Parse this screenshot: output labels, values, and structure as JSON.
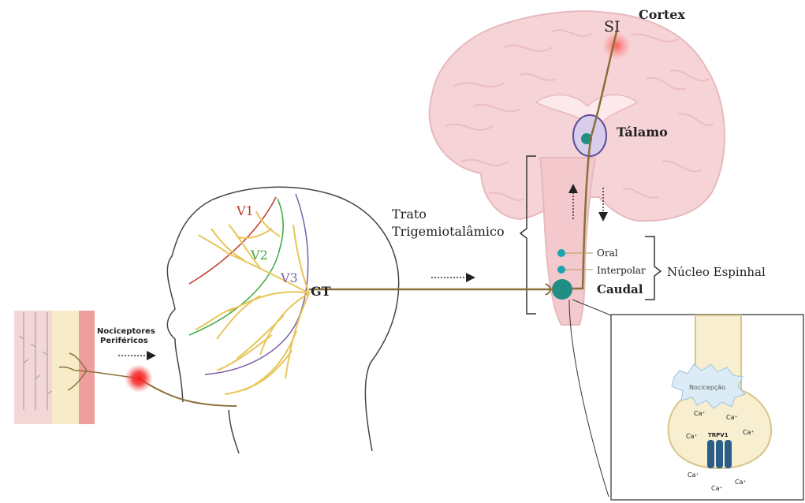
{
  "labels": {
    "si": "SI",
    "cortex": "Cortex",
    "talamo": "Tálamo",
    "trato_line1": "Trato",
    "trato_line2": "Trigemiotalâmico",
    "oral": "Oral",
    "interpolar": "Interpolar",
    "caudal": "Caudal",
    "nucleo_espinhal": "Núcleo Espinhal",
    "gt": "GT",
    "v1": "V1",
    "v2": "V2",
    "v3": "V3",
    "nociceptores_line1": "Nociceptores",
    "nociceptores_line2": "Periféricos",
    "nocicepcao": "Nocicepção",
    "trpv1": "TRPV1",
    "ca_ions": [
      "Ca⁺",
      "Ca⁺",
      "Ca⁺",
      "Ca⁺",
      "Ca⁺",
      "Ca⁺",
      "Ca⁺"
    ]
  },
  "colors": {
    "nerve": "#b39a5a",
    "nerve_branches": "#e8c65a",
    "brain_fill": "#f6d3d6",
    "brain_stroke": "#e7b9bd",
    "nucleus": "#1f8f86",
    "pain_spot": "#e8191f",
    "v1": "#c0392b",
    "v2": "#3aa83a",
    "v3": "#7b5ea7",
    "trpv1": "#2a5d8a",
    "inset_fill": "#f8eed0",
    "inset_stroke": "#d9c48a"
  }
}
